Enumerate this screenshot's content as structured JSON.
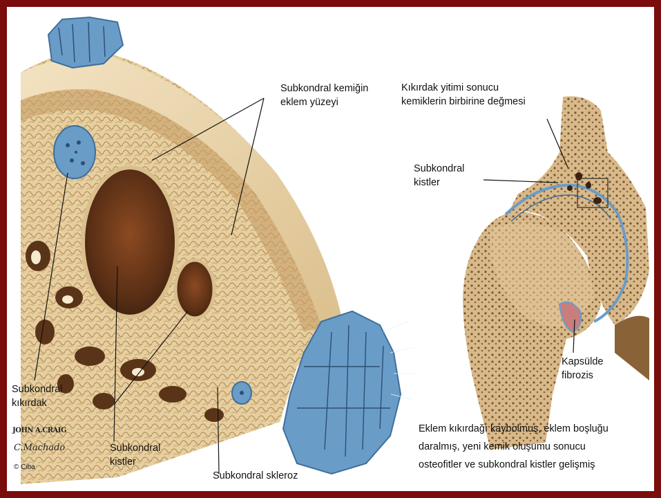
{
  "labels": {
    "surface_line1": "Subkondral kemiğin",
    "surface_line2": "eklem yüzeyi",
    "cartilage_line1": "Kıkırdak yitimi sonucu",
    "cartilage_line2": "kemiklerin birbirine değmesi",
    "cysts_right_line1": "Subkondral",
    "cysts_right_line2": "kistler",
    "fibrosis_line1": "Kapsülde",
    "fibrosis_line2": "fibrozis",
    "sub_cart_line1": "Subkondral",
    "sub_cart_line2": "kıkırdak",
    "cysts_left_line1": "Subkondral",
    "cysts_left_line2": "kistler",
    "sclerosis": "Subkondral skleroz"
  },
  "caption": {
    "line1": "Eklem kıkırdağı kaybolmuş, eklem boşluğu",
    "line2": "daralmış, yeni kemik oluşumu sonucu",
    "line3": "osteofitler ve subkondral kistler gelişmiş"
  },
  "signature": {
    "artist": "JOHN A.CRAIG",
    "co_artist": "C.Machado",
    "copyright": "© Ciba"
  },
  "colors": {
    "border": "#7a0c0c",
    "bone": "#e8d2a8",
    "bone_dark": "#b88a55",
    "cyst": "#6b3a1e",
    "cartilage": "#6a9cc8"
  }
}
